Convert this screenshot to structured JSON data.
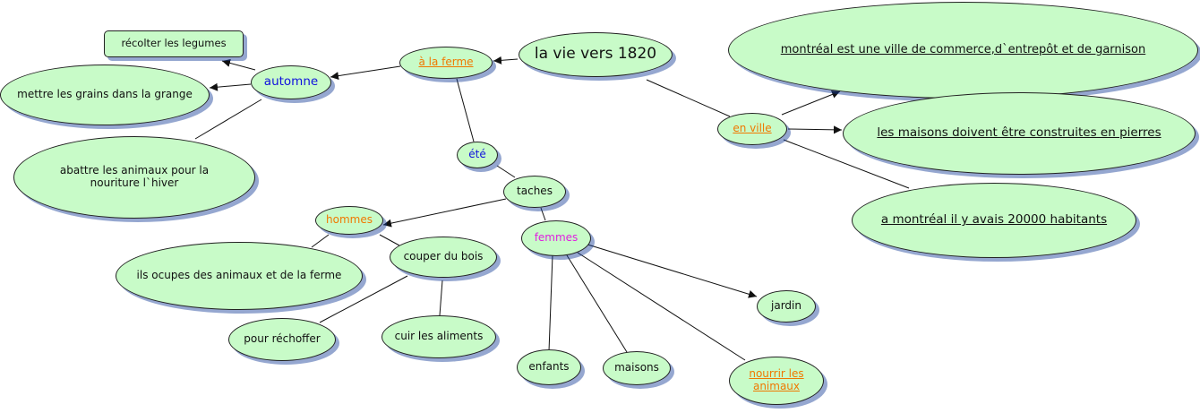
{
  "diagram": {
    "root": "la vie vers 1820",
    "ferme": "à la ferme",
    "automne": "automne",
    "recolter": "récolter les legumes",
    "grains": "mettre les grains dans la grange",
    "abattre": "abattre les animaux pour la nouriture l`hiver",
    "ete": "été",
    "taches": "taches",
    "hommes": "hommes",
    "occupes": "ils ocupes des animaux et de la ferme",
    "couper": "couper du bois",
    "rechoffer": "pour réchoffer",
    "cuir": "cuir les aliments",
    "femmes": "femmes",
    "jardin": "jardin",
    "enfants": "enfants",
    "maisons": "maisons",
    "nourrir": "nourrir les  animaux",
    "ville": "en ville",
    "commerce": "montréal est une ville de commerce,d`entrepôt et de garnison",
    "pierres": "les maisons doivent être construites en  pierres",
    "habitants": "a montréal il y avais 20000 habitants"
  },
  "colors": {
    "node_fill": "#c8fbc8",
    "link_orange": "#f07800",
    "season_blue": "#1010dd",
    "women_magenta": "#e020e0"
  }
}
